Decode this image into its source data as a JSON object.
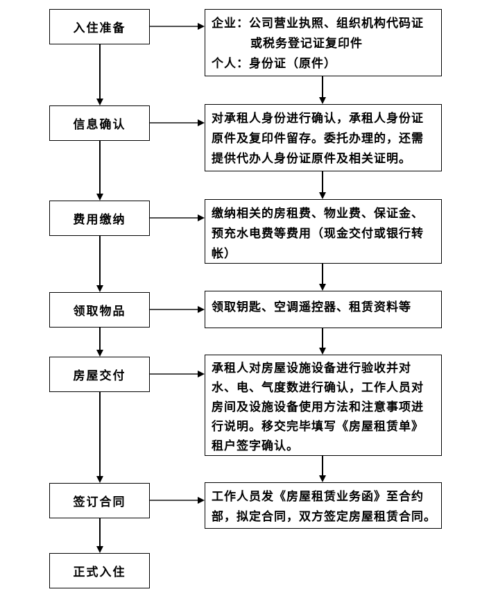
{
  "page": {
    "background_color": "#ffffff",
    "box_border_color": "#000000",
    "text_color": "#000000",
    "connector_color": "#000000",
    "horizontal_shaft_color": "#4d4d4d"
  },
  "flow": {
    "rows": [
      {
        "step": "入住准备",
        "detail_lines": [
          "企业：公司营业执照、组织机构代码证",
          "或税务登记证复印件",
          "个人：身份证（原件）"
        ]
      },
      {
        "step": "信息确认",
        "detail_lines": [
          "对承租人身份进行确认，承租人身份证",
          "原件及复印件留存。委托办理的，还需",
          "提供代办人身份证原件及相关证明。"
        ]
      },
      {
        "step": "费用缴纳",
        "detail_lines": [
          "缴纳相关的房租费、物业费、保证金、",
          "预充水电费等费用（现金交付或银行转",
          "帐）"
        ]
      },
      {
        "step": "领取物品",
        "detail_lines": [
          "领取钥匙、空调遥控器、租赁资料等"
        ]
      },
      {
        "step": "房屋交付",
        "detail_lines": [
          "承租人对房屋设施设备进行验收并对",
          "水、电、气度数进行确认，工作人员对",
          "房间及设施设备使用方法和注意事项进",
          "行说明。移交完毕填写《房屋租赁单》",
          "租户签字确认。"
        ]
      },
      {
        "step": "签订合同",
        "detail_lines": [
          "工作人员发《房屋租赁业务函》至合约",
          "部，拟定合同，双方签定房屋租赁合同。"
        ]
      },
      {
        "step": "正式入住",
        "detail_lines": []
      }
    ]
  }
}
